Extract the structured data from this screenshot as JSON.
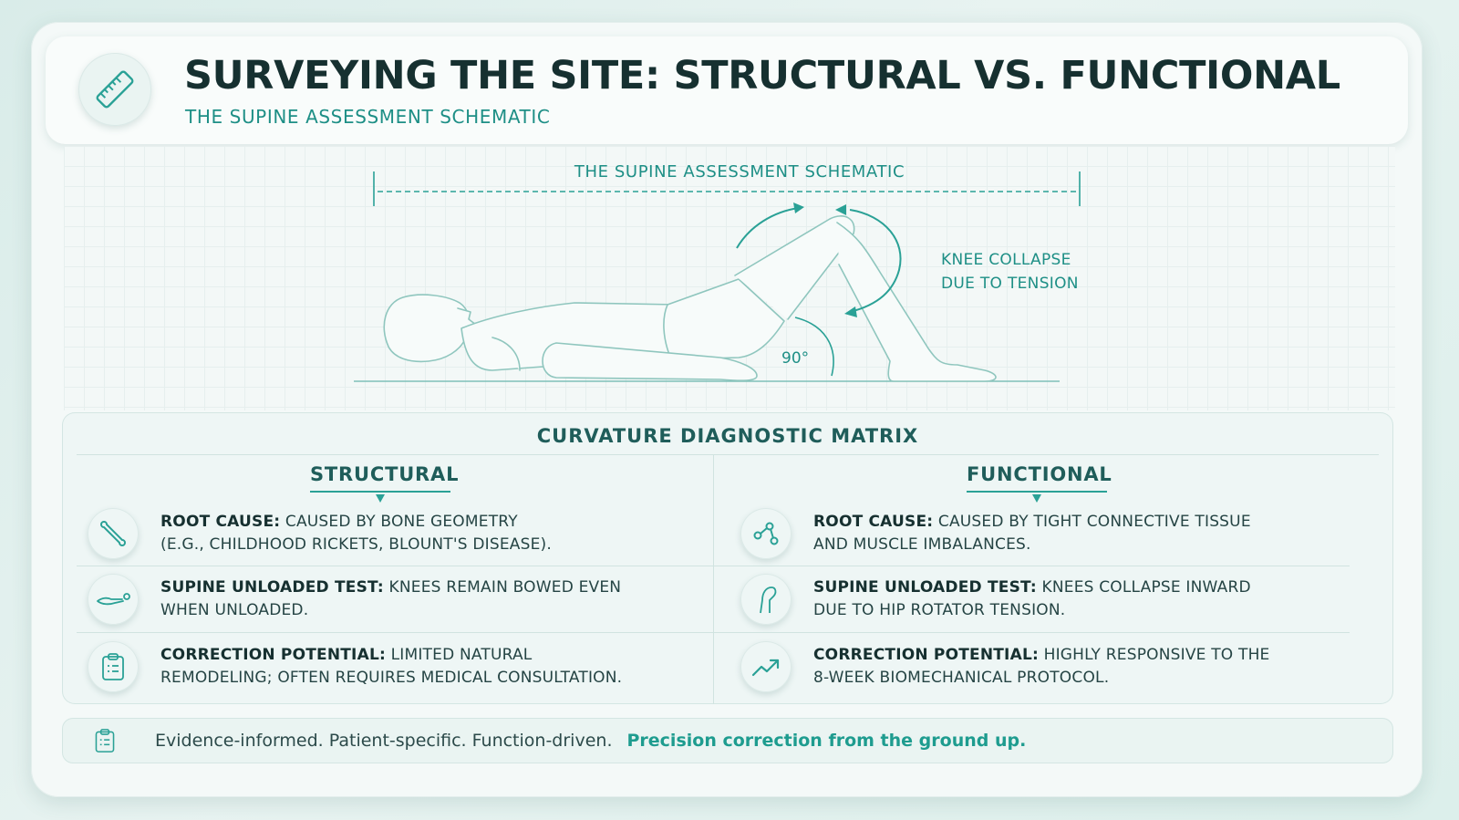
{
  "header": {
    "title": "SURVEYING THE SITE: STRUCTURAL VS. FUNCTIONAL",
    "subtitle": "THE SUPINE ASSESSMENT SCHEMATIC",
    "icon": "ruler-icon"
  },
  "schematic": {
    "title": "THE SUPINE ASSESSMENT SCHEMATIC",
    "knee_annotation": [
      "KNEE COLLAPSE",
      "DUE TO TENSION"
    ],
    "angle_label": "90°"
  },
  "matrix": {
    "title": "CURVATURE DIAGNOSTIC MATRIX",
    "structural": {
      "heading": "STRUCTURAL",
      "rows": [
        {
          "icon": "bone-icon",
          "label": "ROOT CAUSE:",
          "text_line1": "CAUSED BY BONE GEOMETRY",
          "text_line2": "(E.G., CHILDHOOD RICKETS, BLOUNT'S DISEASE)."
        },
        {
          "icon": "supine-body-icon",
          "label": "SUPINE UNLOADED TEST:",
          "text_line1": "KNEES REMAIN BOWED EVEN",
          "text_line2": "WHEN UNLOADED."
        },
        {
          "icon": "clipboard-icon",
          "label": "CORRECTION POTENTIAL:",
          "text_line1": "LIMITED NATURAL",
          "text_line2": "REMODELING; OFTEN REQUIRES MEDICAL CONSULTATION."
        }
      ]
    },
    "functional": {
      "heading": "FUNCTIONAL",
      "rows": [
        {
          "icon": "connective-tissue-icon",
          "label": "ROOT CAUSE:",
          "text_line1": "CAUSED BY TIGHT CONNECTIVE TISSUE",
          "text_line2": "AND MUSCLE IMBALANCES."
        },
        {
          "icon": "knee-icon",
          "label": "SUPINE UNLOADED TEST:",
          "text_line1": "KNEES COLLAPSE INWARD",
          "text_line2": "DUE TO HIP ROTATOR TENSION."
        },
        {
          "icon": "trend-up-icon",
          "label": "CORRECTION POTENTIAL:",
          "text_line1": "HIGHLY RESPONSIVE TO THE",
          "text_line2": "8-WEEK BIOMECHANICAL PROTOCOL."
        }
      ]
    }
  },
  "footer": {
    "icon": "clipboard-icon",
    "text": "Evidence-informed. Patient-specific. Function-driven.",
    "accent": "Precision correction from the ground up."
  },
  "colors": {
    "accent": "#1e8f86",
    "heading": "#163030",
    "background": "#f4f9f8"
  }
}
